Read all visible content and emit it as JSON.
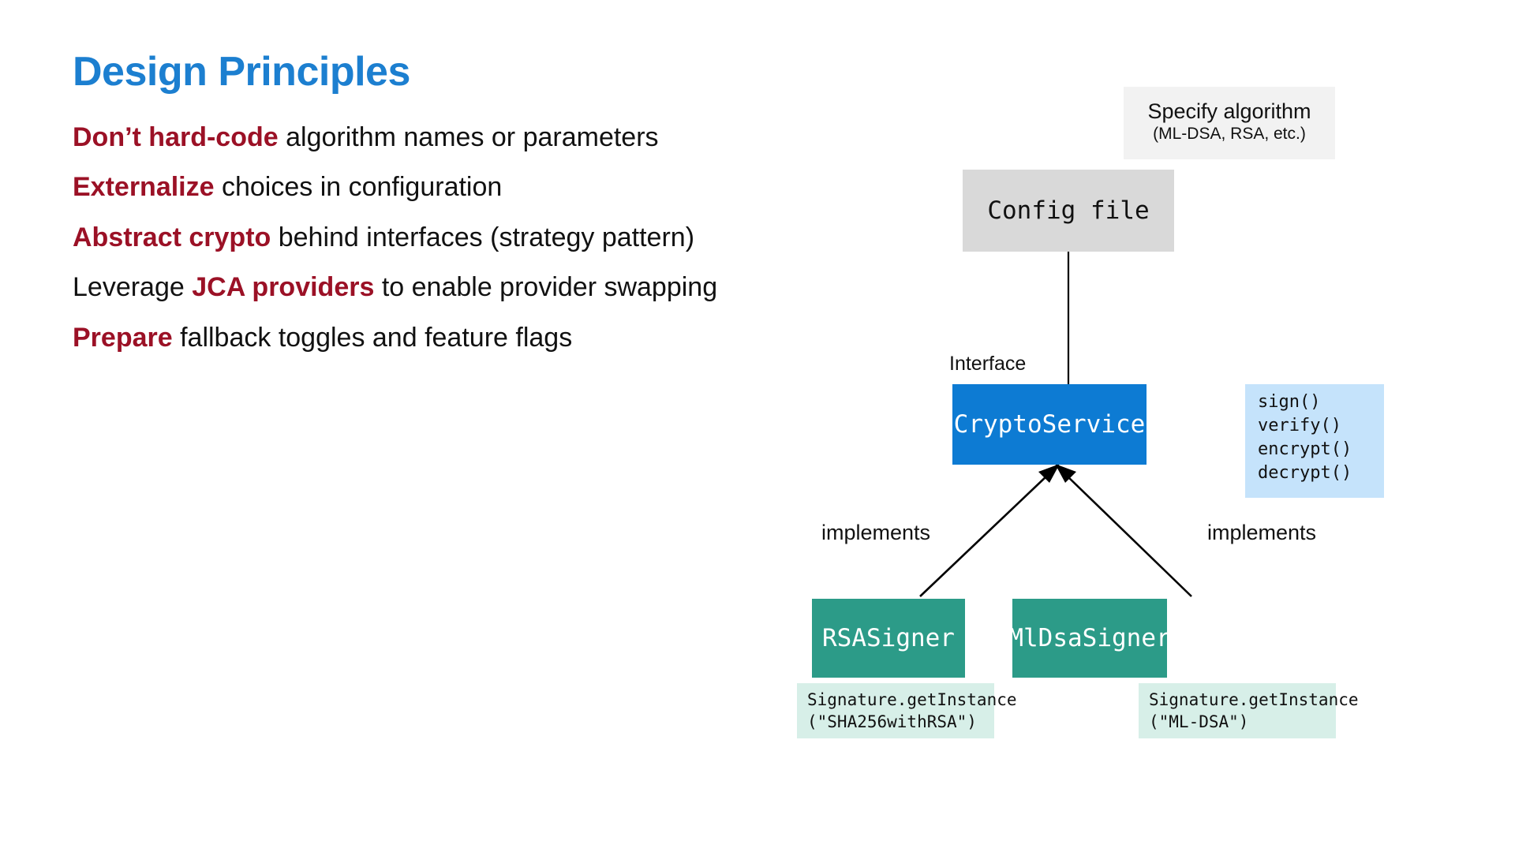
{
  "slide": {
    "title": "Design Principles",
    "title_color": "#1C7FD0",
    "accent_color": "#9B1126",
    "background": "#ffffff"
  },
  "bullets": [
    {
      "lead": "Don’t hard-code",
      "rest": " algorithm names or parameters"
    },
    {
      "lead": "Externalize",
      "rest": " choices in configuration"
    },
    {
      "lead": "Abstract crypto",
      "rest": " behind interfaces (strategy pattern)"
    },
    {
      "pre": "Leverage ",
      "lead": "JCA providers",
      "rest": " to enable provider swapping"
    },
    {
      "lead": "Prepare",
      "rest": " fallback toggles and feature flags"
    }
  ],
  "diagram": {
    "type": "class-diagram",
    "specify_algorithm": {
      "title": "Specify algorithm",
      "subtitle": "(ML-DSA, RSA, etc.)",
      "fill": "#F2F2F2"
    },
    "config_file": {
      "label": "Config file",
      "fill": "#D9D9D9"
    },
    "interface_label": "Interface",
    "cryptoservice": {
      "label": "CryptoService",
      "fill": "#0D7BD3",
      "text_color": "#ffffff"
    },
    "methods": {
      "fill": "#C5E3FB",
      "items": [
        "sign()",
        "verify()",
        "encrypt()",
        "decrypt()"
      ]
    },
    "relationships": {
      "left_label": "implements",
      "right_label": "implements"
    },
    "implementations": [
      {
        "label": "RSASigner",
        "fill": "#2C9B88",
        "caption_line1": "Signature.getInstance",
        "caption_line2": "(\"SHA256withRSA\")",
        "caption_fill": "#D7EFE8"
      },
      {
        "label": "MlDsaSigner",
        "fill": "#2C9B88",
        "caption_line1": "Signature.getInstance",
        "caption_line2": "(\"ML-DSA\")",
        "caption_fill": "#D7EFE8"
      }
    ]
  }
}
